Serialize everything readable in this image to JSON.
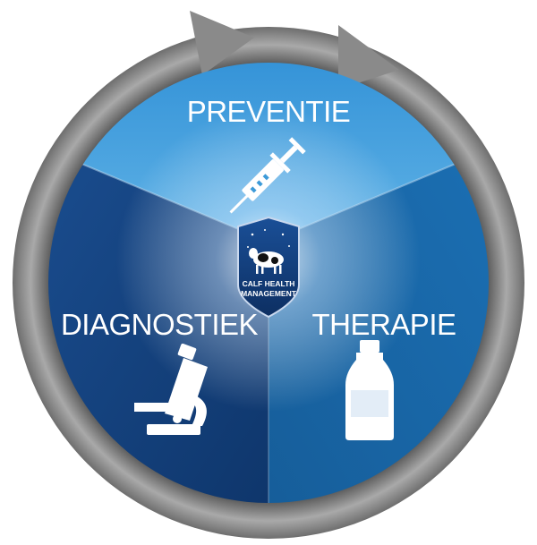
{
  "segments": {
    "top": {
      "label": "PREVENTIE",
      "icon": "syringe-icon",
      "color": "#3c9ad8"
    },
    "left": {
      "label": "DIAGNOSTIEK",
      "icon": "microscope-icon",
      "color": "#123f7c"
    },
    "right": {
      "label": "THERAPIE",
      "icon": "bottle-icon",
      "color": "#1e6fae"
    }
  },
  "badge": {
    "line1": "CALF HEALTH",
    "line2": "MANAGEMENT"
  },
  "ring": {
    "color": "#8e8e8e",
    "arrows": 2
  }
}
